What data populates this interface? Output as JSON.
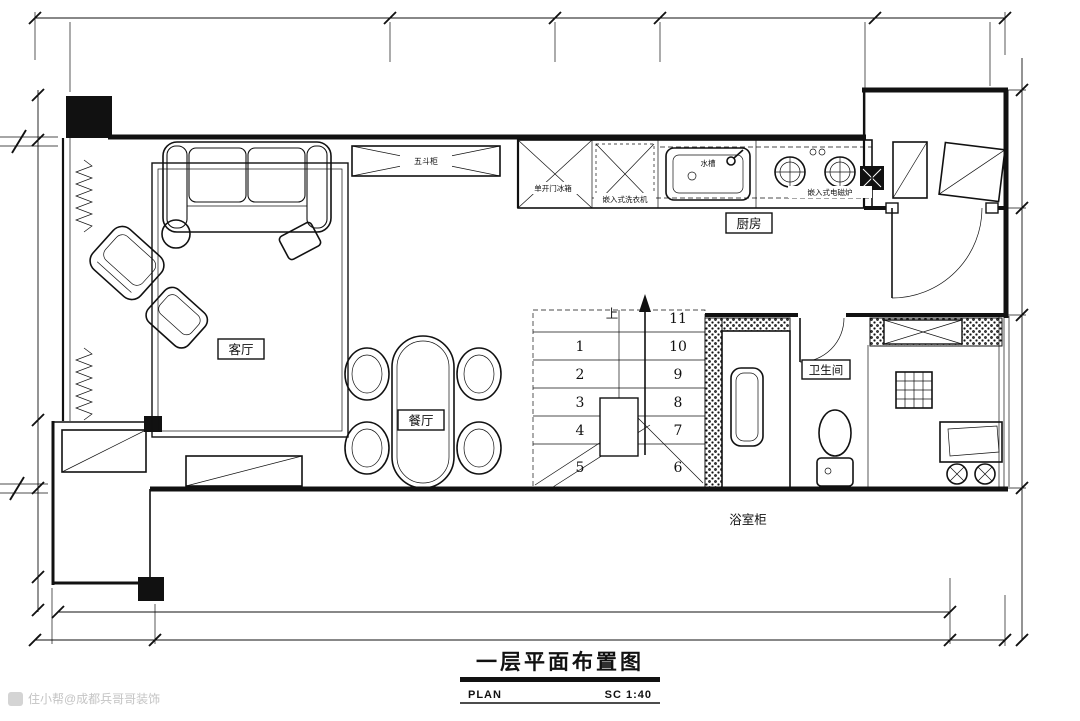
{
  "title_block": {
    "title": "一层平面布置图",
    "plan_label": "PLAN",
    "scale_label": "SC 1:40"
  },
  "room_labels": {
    "living_room": "客厅",
    "dining_room": "餐厅",
    "kitchen": "厨房",
    "bathroom": "卫生间"
  },
  "furniture_labels": {
    "chest_of_drawers": "五斗柜",
    "refrigerator": "单开门冰箱",
    "washing_machine": "嵌入式洗衣机",
    "sink": "水槽",
    "induction_cooktop": "嵌入式电磁炉",
    "bathroom_vanity": "浴室柜"
  },
  "stairs": {
    "up_label": "上",
    "left_numbers": [
      "1",
      "2",
      "3",
      "4",
      "5"
    ],
    "right_numbers": [
      "11",
      "10",
      "9",
      "8",
      "7",
      "6"
    ]
  },
  "watermark": "住小帮@成都兵哥哥装饰",
  "colors": {
    "line": "#111111",
    "speckle": "#666666",
    "watermark": "#c4c4c4",
    "background": "#ffffff"
  }
}
